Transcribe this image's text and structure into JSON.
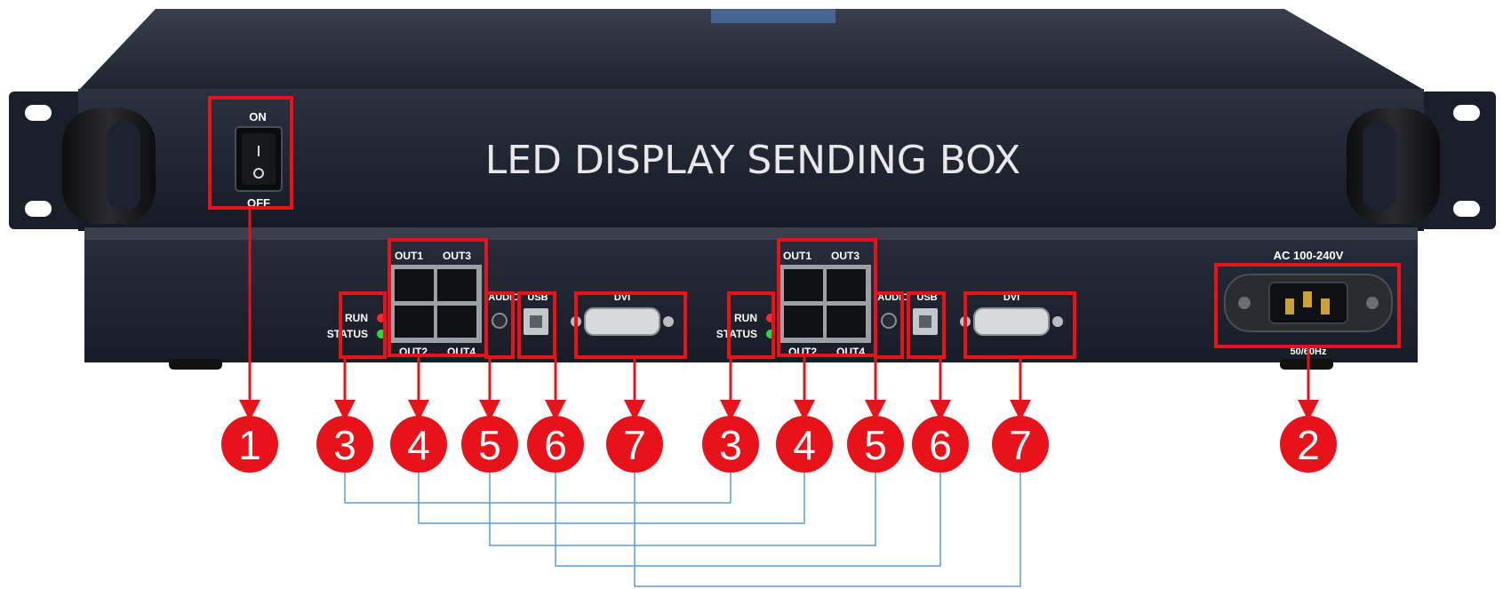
{
  "device": {
    "title": "LED DISPLAY SENDING BOX",
    "power_switch": {
      "on": "ON",
      "off": "OFF"
    },
    "power_input": {
      "label": "AC 100-240V",
      "frequency": "50/60Hz"
    }
  },
  "ports": {
    "out1": "OUT1",
    "out2": "OUT2",
    "out3": "OUT3",
    "out4": "OUT4",
    "run": "RUN",
    "status": "STATUS",
    "audio": "AUDIO",
    "usb": "USB",
    "dvi": "DVI"
  },
  "callouts": [
    "1",
    "3",
    "4",
    "5",
    "6",
    "7",
    "3",
    "4",
    "5",
    "6",
    "7",
    "2"
  ],
  "colors": {
    "highlight": "#e8121b",
    "connector": "#5b9bd5",
    "chassis": "#1c2231",
    "led_run": "#ff2a2a",
    "led_status": "#22dd44"
  }
}
